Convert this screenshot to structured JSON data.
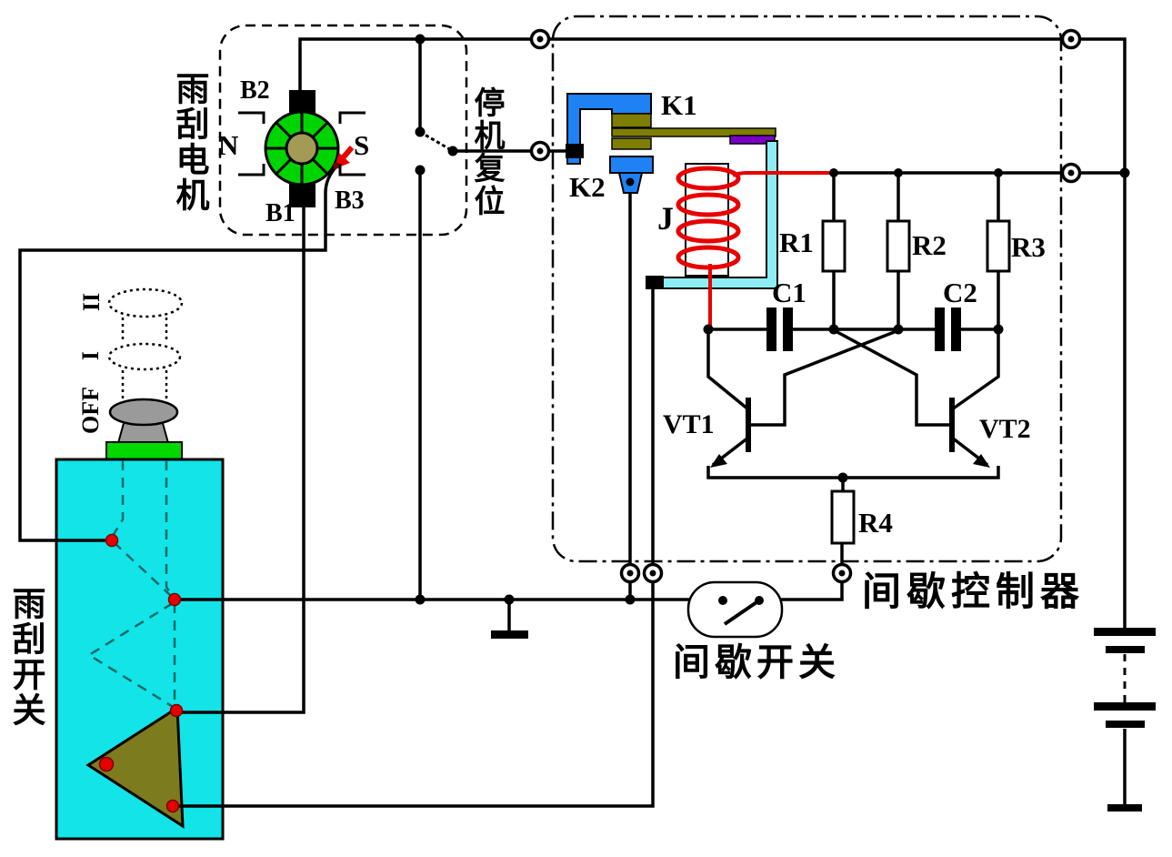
{
  "diagram": {
    "motor": {
      "title": "雨刮电机",
      "terminal_b1": "B1",
      "terminal_b2": "B2",
      "terminal_b3": "B3",
      "pole_n": "N",
      "pole_s": "S"
    },
    "stop_reset": {
      "label": "停机复位"
    },
    "wiper_switch": {
      "title": "雨刮开关",
      "pos_off": "OFF",
      "pos_1": "I",
      "pos_2": "II"
    },
    "controller": {
      "title": "间歇控制器",
      "contact_k1": "K1",
      "contact_k2": "K2",
      "relay_coil": "J",
      "r1": "R1",
      "r2": "R2",
      "r3": "R3",
      "r4": "R4",
      "c1": "C1",
      "c2": "C2",
      "vt1": "VT1",
      "vt2": "VT2"
    },
    "intermittent_switch": {
      "label": "间歇开关"
    },
    "colors": {
      "wire": "#000000",
      "coil_red": "#e80000",
      "contact_blue": "#1e82f5",
      "relay_olive": "#7e7e00",
      "frame_cyan": "#8ceef2",
      "insulator_purple": "#7a00cc",
      "switch_body_cyan": "#12e4e8",
      "rotor_green": "#00d400",
      "rotor_core_olive": "#a39a56",
      "knob_gray": "#9a9a9a",
      "base_green": "#00d800",
      "contact_dot_red": "#e60000",
      "triangle_olive": "#7c7c1e"
    }
  }
}
